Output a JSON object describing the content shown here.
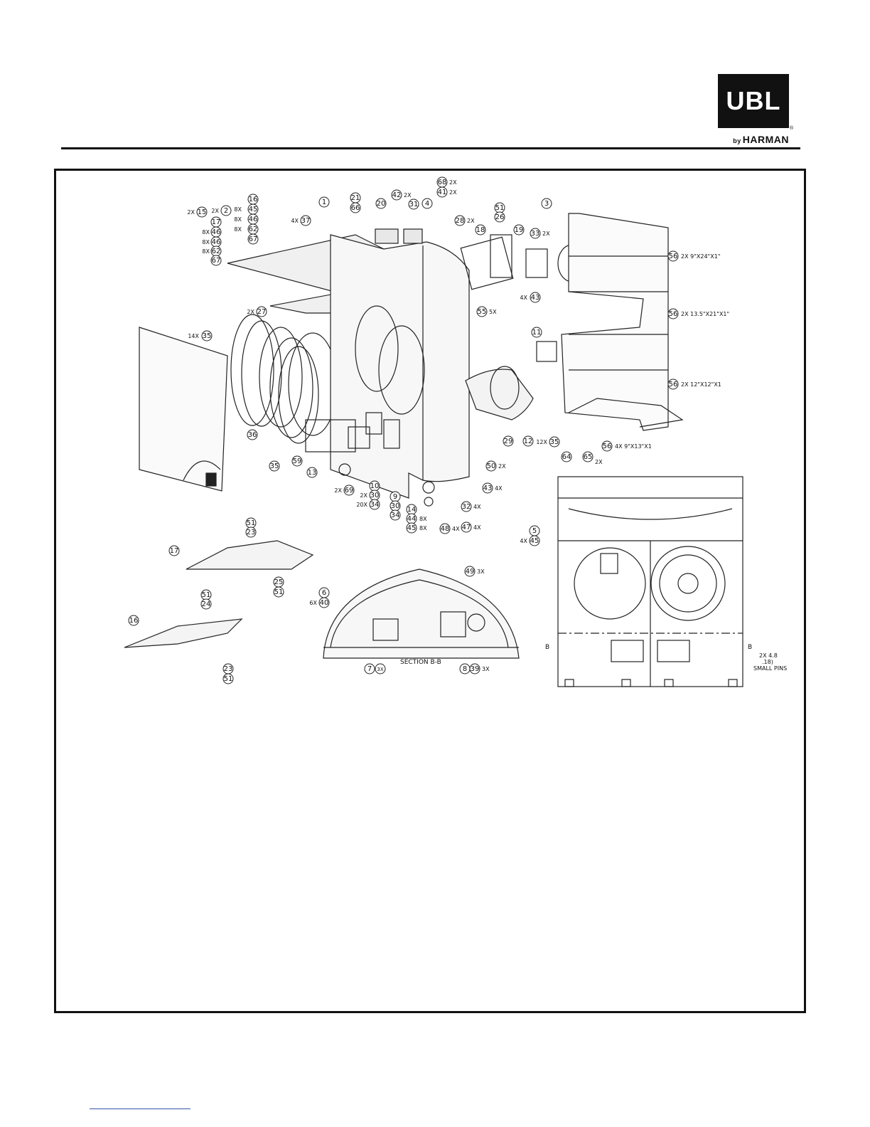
{
  "brand": {
    "logo_text": "UBL",
    "by": "by",
    "maker": "HARMAN",
    "registered": "®"
  },
  "callouts": [
    {
      "num": "68",
      "qty": "2X"
    },
    {
      "num": "41",
      "qty": "2X"
    },
    {
      "num": "42",
      "qty": "2X"
    },
    {
      "num": "31",
      "qty": ""
    },
    {
      "num": "4",
      "qty": ""
    },
    {
      "num": "20",
      "qty": ""
    },
    {
      "num": "21",
      "qty": ""
    },
    {
      "num": "66",
      "qty": ""
    },
    {
      "num": "1",
      "qty": ""
    },
    {
      "num": "16",
      "qty": ""
    },
    {
      "num": "45",
      "qty": "8X"
    },
    {
      "num": "46",
      "qty": "8X"
    },
    {
      "num": "62",
      "qty": "8X"
    },
    {
      "num": "67",
      "qty": ""
    },
    {
      "num": "17",
      "qty": ""
    },
    {
      "num": "46",
      "qty": "8X"
    },
    {
      "num": "46",
      "qty": "8X"
    },
    {
      "num": "62",
      "qty": "8X"
    },
    {
      "num": "67",
      "qty": ""
    },
    {
      "num": "37",
      "qty": "4X"
    },
    {
      "num": "28",
      "qty": "2X"
    },
    {
      "num": "18",
      "qty": ""
    },
    {
      "num": "51",
      "qty": ""
    },
    {
      "num": "26",
      "qty": ""
    },
    {
      "num": "19",
      "qty": ""
    },
    {
      "num": "33",
      "qty": "2X"
    },
    {
      "num": "3",
      "qty": ""
    },
    {
      "num": "56",
      "qty": "2X"
    },
    {
      "num": "15",
      "qty": "2X"
    },
    {
      "num": "2",
      "qty": "2X"
    },
    {
      "num": "27",
      "qty": "2X"
    },
    {
      "num": "43",
      "qty": "4X"
    },
    {
      "num": "55",
      "qty": "5X"
    },
    {
      "num": "56",
      "qty": "2X"
    },
    {
      "num": "35",
      "qty": "14X"
    },
    {
      "num": "11",
      "qty": ""
    },
    {
      "num": "56",
      "qty": "2X"
    },
    {
      "num": "36",
      "qty": ""
    },
    {
      "num": "29",
      "qty": ""
    },
    {
      "num": "12",
      "qty": ""
    },
    {
      "num": "35",
      "qty": "12X"
    },
    {
      "num": "64",
      "qty": ""
    },
    {
      "num": "65",
      "qty": "2X"
    },
    {
      "num": "56",
      "qty": "4X"
    },
    {
      "num": "35",
      "qty": ""
    },
    {
      "num": "59",
      "qty": ""
    },
    {
      "num": "13",
      "qty": ""
    },
    {
      "num": "50",
      "qty": "2X"
    },
    {
      "num": "69",
      "qty": "2X"
    },
    {
      "num": "10",
      "qty": ""
    },
    {
      "num": "30",
      "qty": "2X"
    },
    {
      "num": "34",
      "qty": "20X"
    },
    {
      "num": "9",
      "qty": ""
    },
    {
      "num": "30",
      "qty": ""
    },
    {
      "num": "34",
      "qty": ""
    },
    {
      "num": "14",
      "qty": ""
    },
    {
      "num": "44",
      "qty": "8X"
    },
    {
      "num": "45",
      "qty": "8X"
    },
    {
      "num": "43",
      "qty": "4X"
    },
    {
      "num": "32",
      "qty": "4X"
    },
    {
      "num": "47",
      "qty": "4X"
    },
    {
      "num": "48",
      "qty": "4X"
    },
    {
      "num": "5",
      "qty": ""
    },
    {
      "num": "45",
      "qty": "4X"
    },
    {
      "num": "51",
      "qty": ""
    },
    {
      "num": "23",
      "qty": ""
    },
    {
      "num": "17",
      "qty": ""
    },
    {
      "num": "25",
      "qty": ""
    },
    {
      "num": "51",
      "qty": ""
    },
    {
      "num": "6",
      "qty": ""
    },
    {
      "num": "40",
      "qty": "6X"
    },
    {
      "num": "49",
      "qty": "3X"
    },
    {
      "num": "51",
      "qty": ""
    },
    {
      "num": "24",
      "qty": ""
    },
    {
      "num": "16",
      "qty": ""
    },
    {
      "num": "23",
      "qty": ""
    },
    {
      "num": "51",
      "qty": ""
    },
    {
      "num": "7",
      "qty": ""
    },
    {
      "num": "3X",
      "qty": ""
    },
    {
      "num": "8",
      "qty": ""
    },
    {
      "num": "39",
      "qty": "3X"
    }
  ],
  "panel_sizes": {
    "top": "2X  9\"X24\"X1\"",
    "middle": "2X  13.5\"X21\"X1\"",
    "lower": "2X  12\"X12\"X1",
    "bottom": "4X  9\"X13\"X1"
  },
  "section_label": "SECTION B-B",
  "section_markers": [
    "B",
    "B"
  ],
  "pins_note": [
    "2X 4.8",
    ".18)",
    "SMALL PINS"
  ],
  "colors": {
    "ink": "#111111",
    "link": "#3355aa"
  }
}
